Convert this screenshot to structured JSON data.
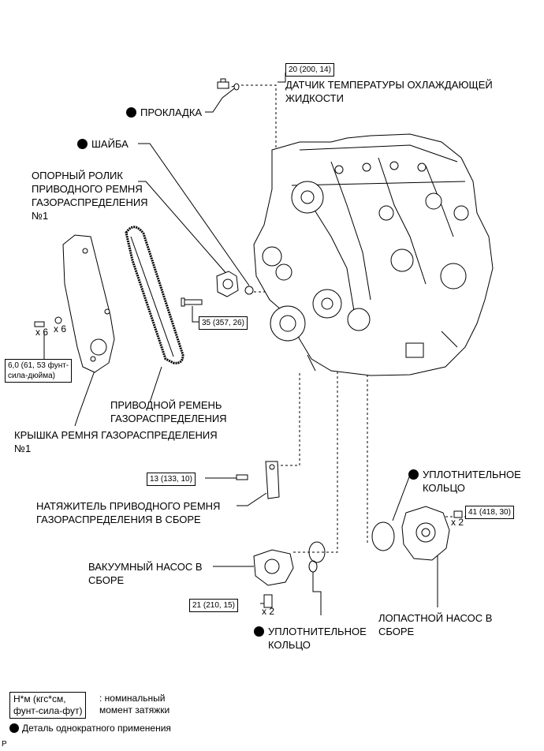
{
  "torques": {
    "sensor": "20 (200, 14)",
    "idler": "35 (357, 26)",
    "cover": "6,0 (61, 53 фунт-сила-дюйма)",
    "cover_l1": "6,0 (61, 53 фунт-",
    "cover_l2": "сила-дюйма)",
    "tensioner": "13 (133, 10)",
    "vane_pump": "41 (418, 30)",
    "vacuum_pump": "21 (210, 15)"
  },
  "labels": {
    "sensor_l1": "ДАТЧИК ТЕМПЕРАТУРЫ ОХЛАЖДАЮЩЕЙ",
    "sensor_l2": "ЖИДКОСТИ",
    "gasket": "ПРОКЛАДКА",
    "washer": "ШАЙБА",
    "idler_l1": "ОПОРНЫЙ РОЛИК",
    "idler_l2": "ПРИВОДНОГО РЕМНЯ",
    "idler_l3": "ГАЗОРАСПРЕДЕЛЕНИЯ",
    "idler_l4": "№1",
    "belt_l1": "ПРИВОДНОЙ РЕМЕНЬ",
    "belt_l2": "ГАЗОРАСПРЕДЕЛЕНИЯ",
    "cover_l1": "КРЫШКА РЕМНЯ ГАЗОРАСПРЕДЕЛЕНИЯ",
    "cover_l2": "№1",
    "tensioner_l1": "НАТЯЖИТЕЛЬ ПРИВОДНОГО РЕМНЯ",
    "tensioner_l2": "ГАЗОРАСПРЕДЕЛЕНИЯ В СБОРЕ",
    "oring_top_l1": "УПЛОТНИТЕЛЬНОЕ",
    "oring_top_l2": "КОЛЬЦО",
    "vacuum_l1": "ВАКУУМНЫЙ НАСОС В",
    "vacuum_l2": "СБОРЕ",
    "vane_l1": "ЛОПАСТНОЙ НАСОС В",
    "vane_l2": "СБОРЕ",
    "oring_bot_l1": "УПЛОТНИТЕЛЬНОЕ",
    "oring_bot_l2": "КОЛЬЦО"
  },
  "multipliers": {
    "x6a": "x 6",
    "x6b": "x 6",
    "x2a": "x 2",
    "x2b": "x 2"
  },
  "legend": {
    "unit_l1": "Н*м (кгс*см,",
    "unit_l2": "фунт-сила-фут)",
    "unit_desc_l1": ": номинальный",
    "unit_desc_l2": "момент затяжки",
    "one_time": "Деталь однократного применения"
  },
  "corner_mark": "P"
}
